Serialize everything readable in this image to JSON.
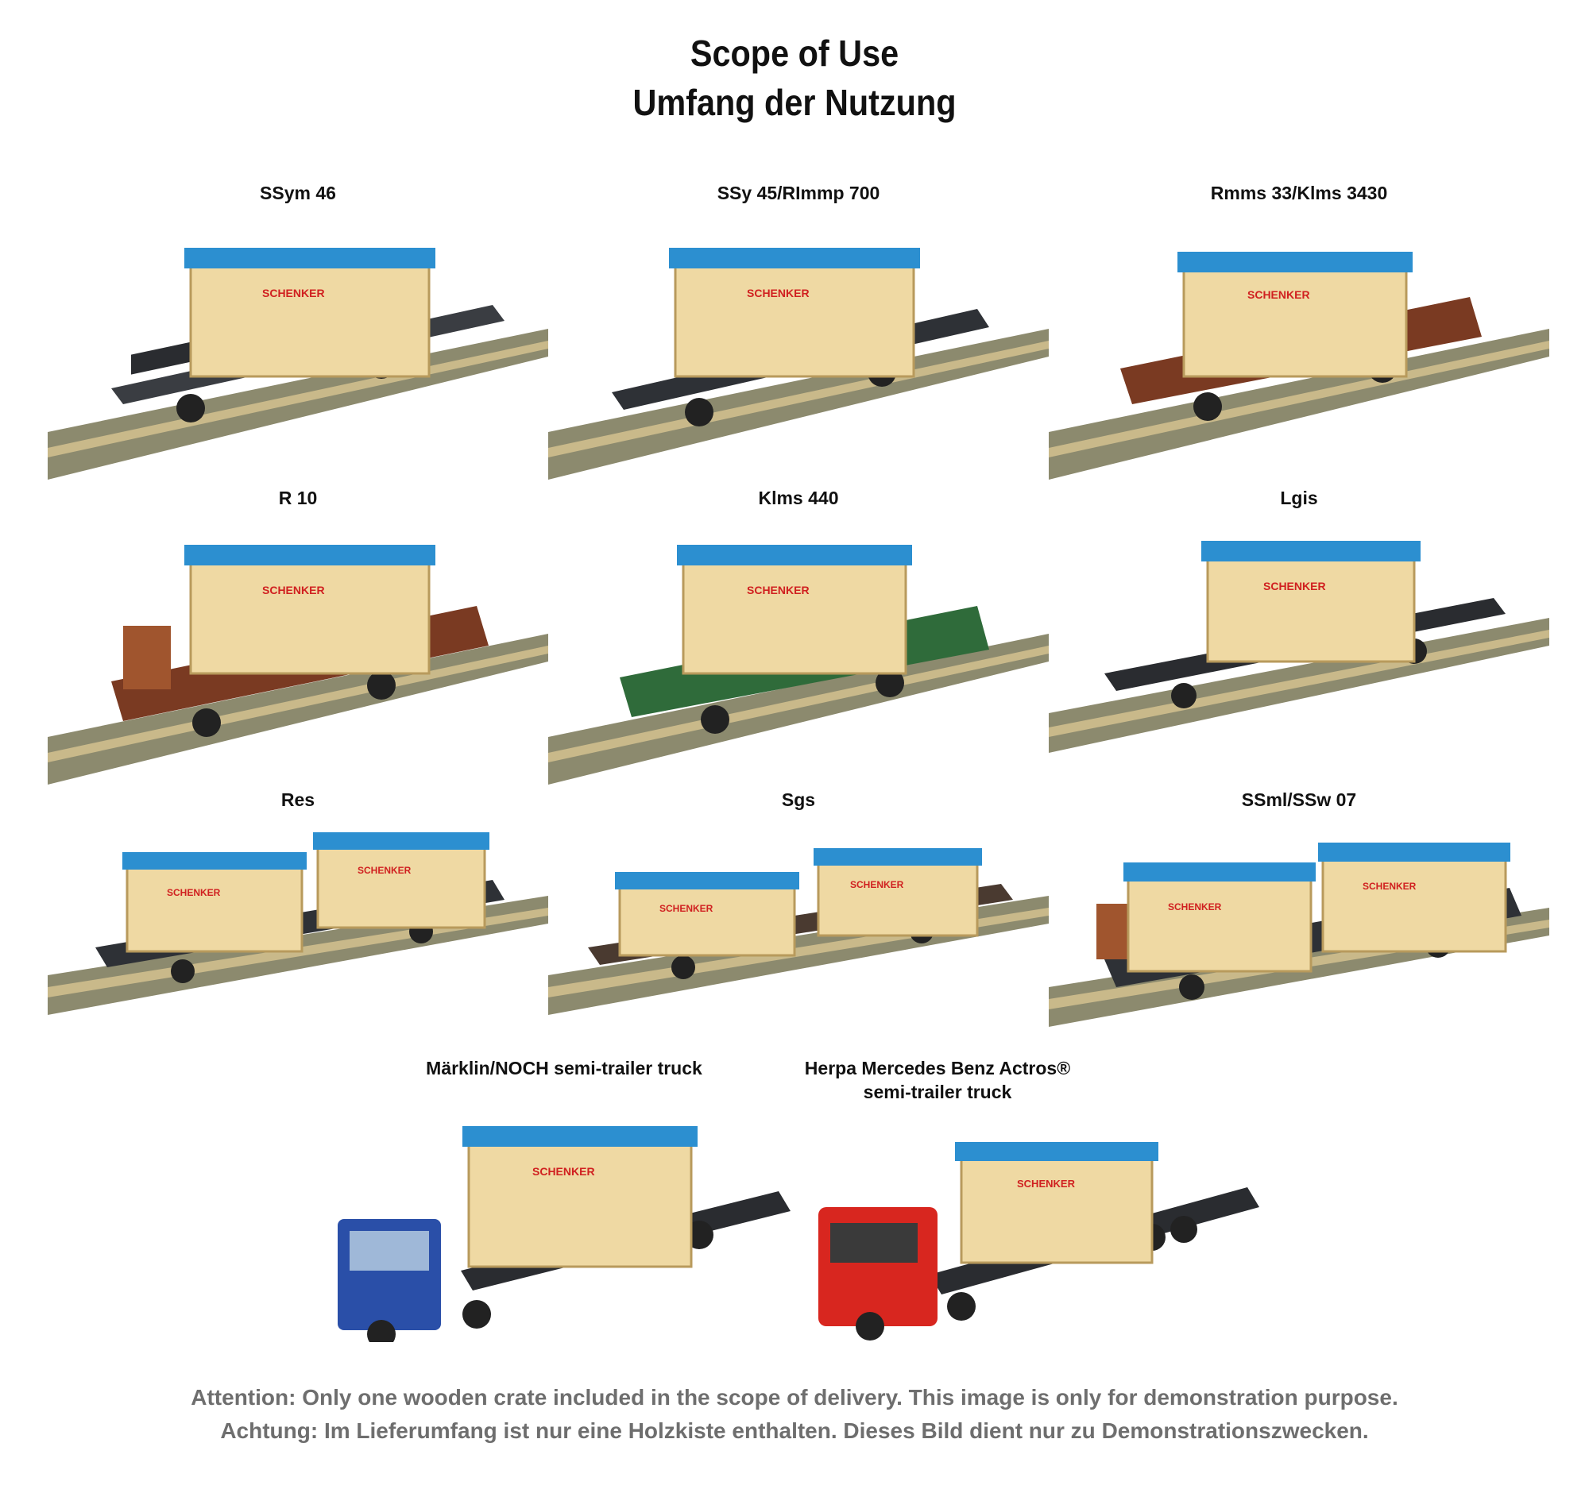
{
  "title": {
    "line1": "Scope of Use",
    "line2": "Umfang der Nutzung"
  },
  "crate_brand": "SCHENKER",
  "colors": {
    "crate_wood": "#efd9a3",
    "crate_cover": "#2c8fd0",
    "footer_text": "#6e6e6e"
  },
  "wagons": [
    {
      "label": "SSym 46"
    },
    {
      "label": "SSy 45/RImmp 700"
    },
    {
      "label": "Rmms 33/Klms 3430"
    },
    {
      "label": "R 10"
    },
    {
      "label": "Klms 440"
    },
    {
      "label": "Lgis"
    },
    {
      "label": "Res"
    },
    {
      "label": "Sgs"
    },
    {
      "label": "SSml/SSw 07"
    }
  ],
  "trucks": [
    {
      "label_line1": "Märklin/NOCH semi-trailer truck",
      "label_line2": ""
    },
    {
      "label_line1": "Herpa Mercedes Benz Actros®",
      "label_line2": "semi-trailer truck"
    }
  ],
  "footer": {
    "line1": "Attention: Only one wooden crate included in the scope of delivery. This image is only for demonstration purpose.",
    "line2": "Achtung: Im Lieferumfang ist nur eine Holzkiste enthalten. Dieses Bild dient nur zu Demonstrationszwecken."
  }
}
